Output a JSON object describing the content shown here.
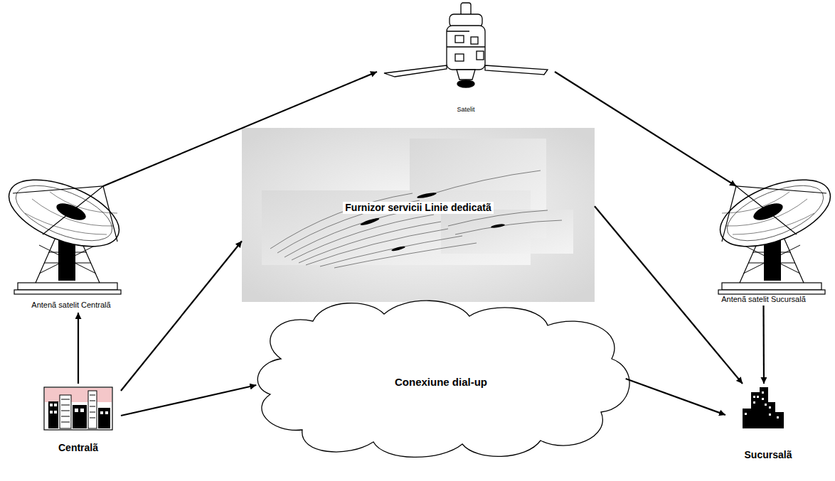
{
  "diagram": {
    "nodes": [
      {
        "text": [
          "Satelit"
        ]
      },
      {
        "text": [
          "Antenã satelit Centralã"
        ]
      },
      {
        "text": [
          "Furnizor servicii Linie dedicatã"
        ]
      },
      {
        "text": [
          "Antenã satelit Sucursalã"
        ]
      },
      {
        "text": [
          "Conexiune dial-up"
        ]
      },
      {
        "text": [
          "Centralã"
        ]
      },
      {
        "text": [
          "Sucursalã"
        ]
      }
    ],
    "edges": [
      {
        "from": 5,
        "to": 1,
        "arrow": "to"
      },
      {
        "from": 1,
        "to": 0,
        "arrow": "to"
      },
      {
        "from": 0,
        "to": 3,
        "arrow": "to"
      },
      {
        "from": 3,
        "to": 6,
        "arrow": "to"
      },
      {
        "from": 5,
        "to": 2,
        "arrow": "to"
      },
      {
        "from": 2,
        "to": 6,
        "arrow": "to"
      },
      {
        "from": 5,
        "to": 4,
        "arrow": "to"
      },
      {
        "from": 4,
        "to": 6,
        "arrow": "to"
      }
    ]
  }
}
